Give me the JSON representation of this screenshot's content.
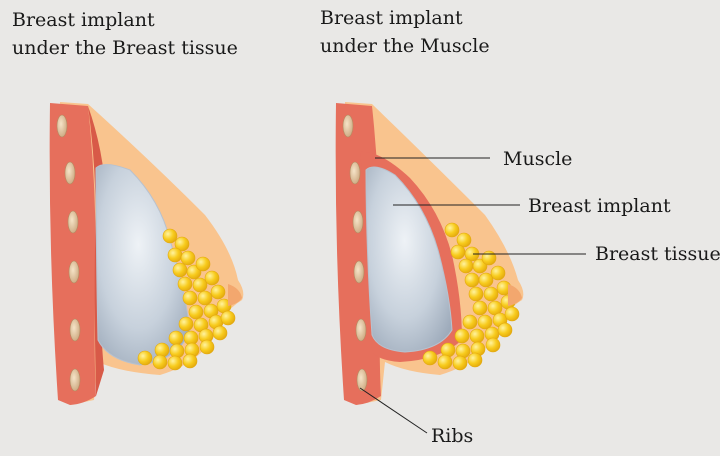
{
  "titles": {
    "left": [
      "Breast implant",
      "under the Breast tissue"
    ],
    "right": [
      "Breast implant",
      "under the Muscle"
    ]
  },
  "labels": {
    "muscle": "Muscle",
    "breast_implant": "Breast implant",
    "breast_tissue": "Breast tissue",
    "ribs": "Ribs"
  },
  "colors": {
    "background": "#e9e8e6",
    "skin": "#f9c48e",
    "muscle": "#e66f5c",
    "implant": "#c9d3de",
    "fat": "#f5c518",
    "rib": "#e9c9a2"
  }
}
